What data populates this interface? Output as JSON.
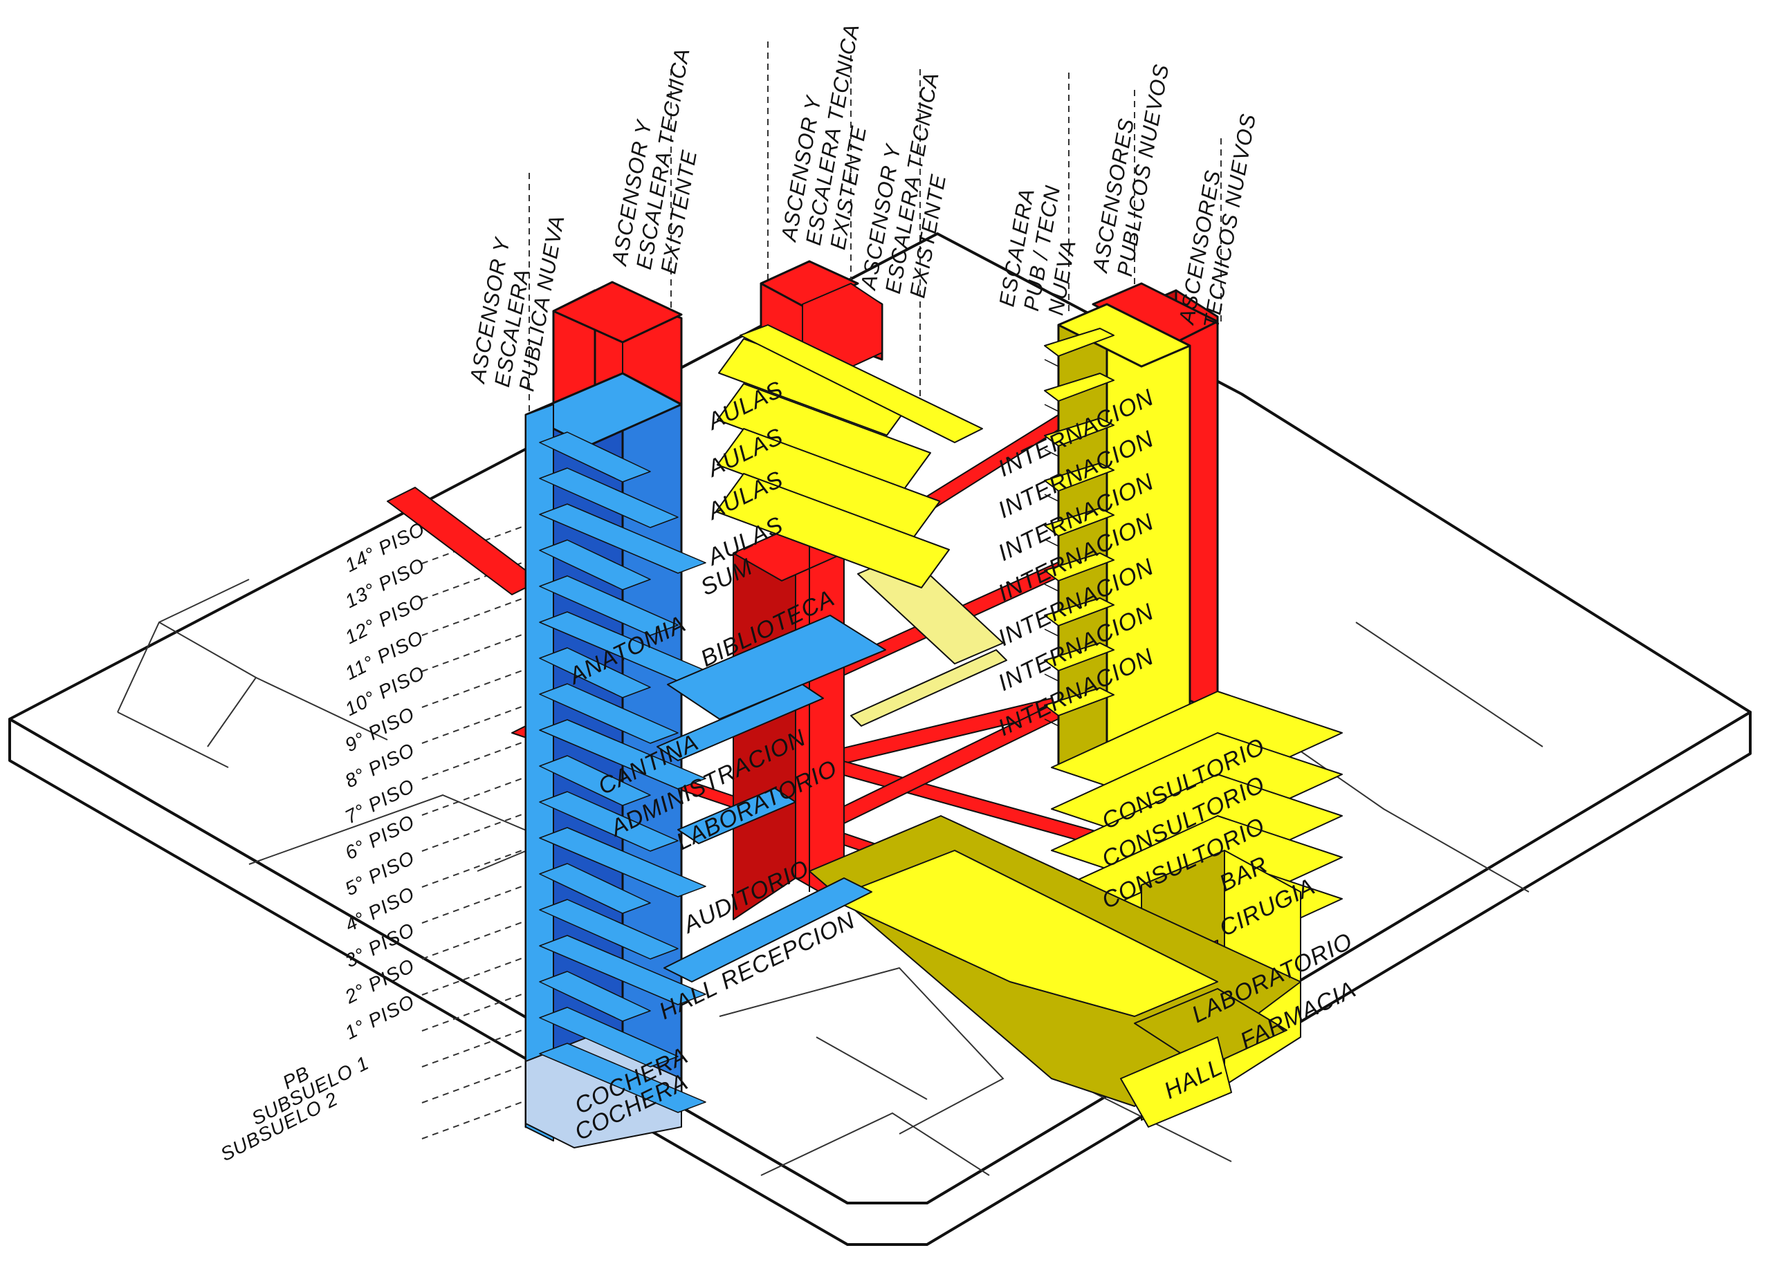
{
  "colors": {
    "stroke": "#111111",
    "blue": "#3aa6f2",
    "blue_dark": "#1d56c4",
    "blue_light": "#bcd3ef",
    "red": "#ff1a1a",
    "red_dark": "#c20d0d",
    "yellow": "#ffff1f",
    "olive": "#bfb300",
    "yellow_pale": "#f4f08a"
  },
  "vertical_labels": [
    {
      "lines": [
        "ASCENSOR Y",
        "ESCALERA",
        "PUBLICA NUEVA"
      ]
    },
    {
      "lines": [
        "ASCENSOR Y",
        "ESCALERA TECNICA",
        "EXISTENTE"
      ]
    },
    {
      "lines": [
        "ASCENSOR Y",
        "ESCALERA TECNICA",
        "EXISTENTE"
      ]
    },
    {
      "lines": [
        "ASCENSOR Y",
        "ESCALERA TECNICA",
        "EXISTENTE"
      ]
    },
    {
      "lines": [
        "ESCALERA",
        "PUB / TECN",
        "NUEVA"
      ]
    },
    {
      "lines": [
        "ASCENSORES",
        "PUBLICOS NUEVOS"
      ]
    },
    {
      "lines": [
        "ASCENSORES",
        "TECNICOS NUEVOS"
      ]
    }
  ],
  "floors": [
    "14° PISO",
    "13° PISO",
    "12° PISO",
    "11° PISO",
    "10° PISO",
    "9° PISO",
    "8° PISO",
    "7° PISO",
    "6° PISO",
    "5° PISO",
    "4° PISO",
    "3° PISO",
    "2° PISO",
    "1° PISO",
    "PB",
    "SUBSUELO 1",
    "SUBSUELO 2"
  ],
  "program_labels": [
    "AULAS",
    "AULAS",
    "AULAS",
    "AULAS",
    "SUM",
    "BIBLIOTECA",
    "ANATOMIA",
    "CANTINA",
    "ADMINISTRACION",
    "LABORATORIO",
    "AUDITORIO",
    "HALL RECEPCION",
    "COCHERA",
    "COCHERA",
    "INTERNACION",
    "INTERNACION",
    "INTERNACION",
    "INTERNACION",
    "INTERNACION",
    "INTERNACION",
    "INTERNACION",
    "CONSULTORIO",
    "CONSULTORIO",
    "CONSULTORIO",
    "BAR",
    "CIRUGIA",
    "LABORATORIO",
    "FARMACIA",
    "HALL"
  ]
}
